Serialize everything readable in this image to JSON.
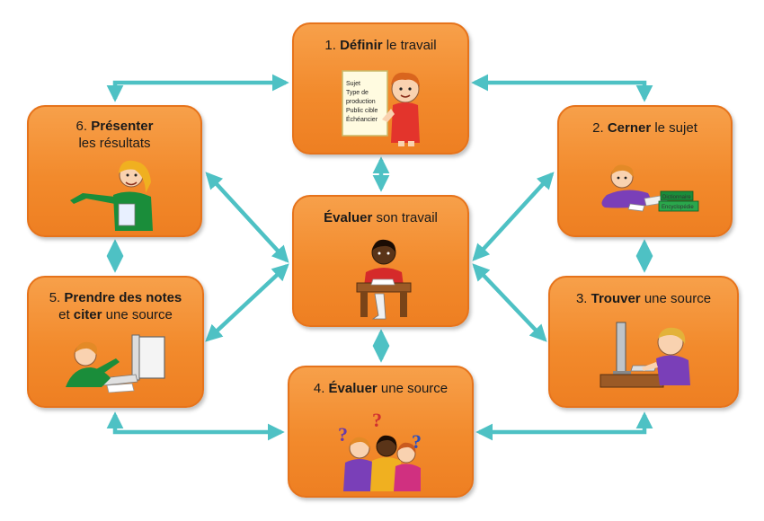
{
  "boxes": {
    "b1": {
      "num": "1.",
      "bold": "Définir",
      "rest": " le travail"
    },
    "b2": {
      "num": "2.",
      "bold": "Cerner",
      "rest": " le sujet"
    },
    "b3": {
      "num": "3.",
      "bold": "Trouver",
      "rest": " une source"
    },
    "b4": {
      "num": "4.",
      "bold": "Évaluer",
      "rest": " une source"
    },
    "b5": {
      "num": "5.",
      "bold": "Prendre des notes",
      "line2_bold": "citer",
      "line2_pre": "et ",
      "line2_rest": " une source"
    },
    "b6": {
      "num": "6.",
      "bold": "Présenter",
      "line2": "les résultats"
    },
    "center": {
      "bold": "Évaluer",
      "rest": " son travail"
    }
  },
  "sheet": {
    "lines": [
      "Sujet",
      "Type de",
      "production",
      "Public cible",
      "Échéancier"
    ]
  },
  "books": {
    "top": "Dictionnaire",
    "bottom": "Encyclopédie"
  },
  "colors": {
    "box_fill": "#f28a2c",
    "box_border": "#e6731b",
    "arrow": "#4ec1c4"
  },
  "icons": [
    "girl-with-sheet-icon",
    "boy-reading-books-icon",
    "boy-at-computer-icon",
    "kids-with-question-marks-icon",
    "boy-typing-icon",
    "girl-presenting-icon",
    "boy-at-desk-icon"
  ]
}
